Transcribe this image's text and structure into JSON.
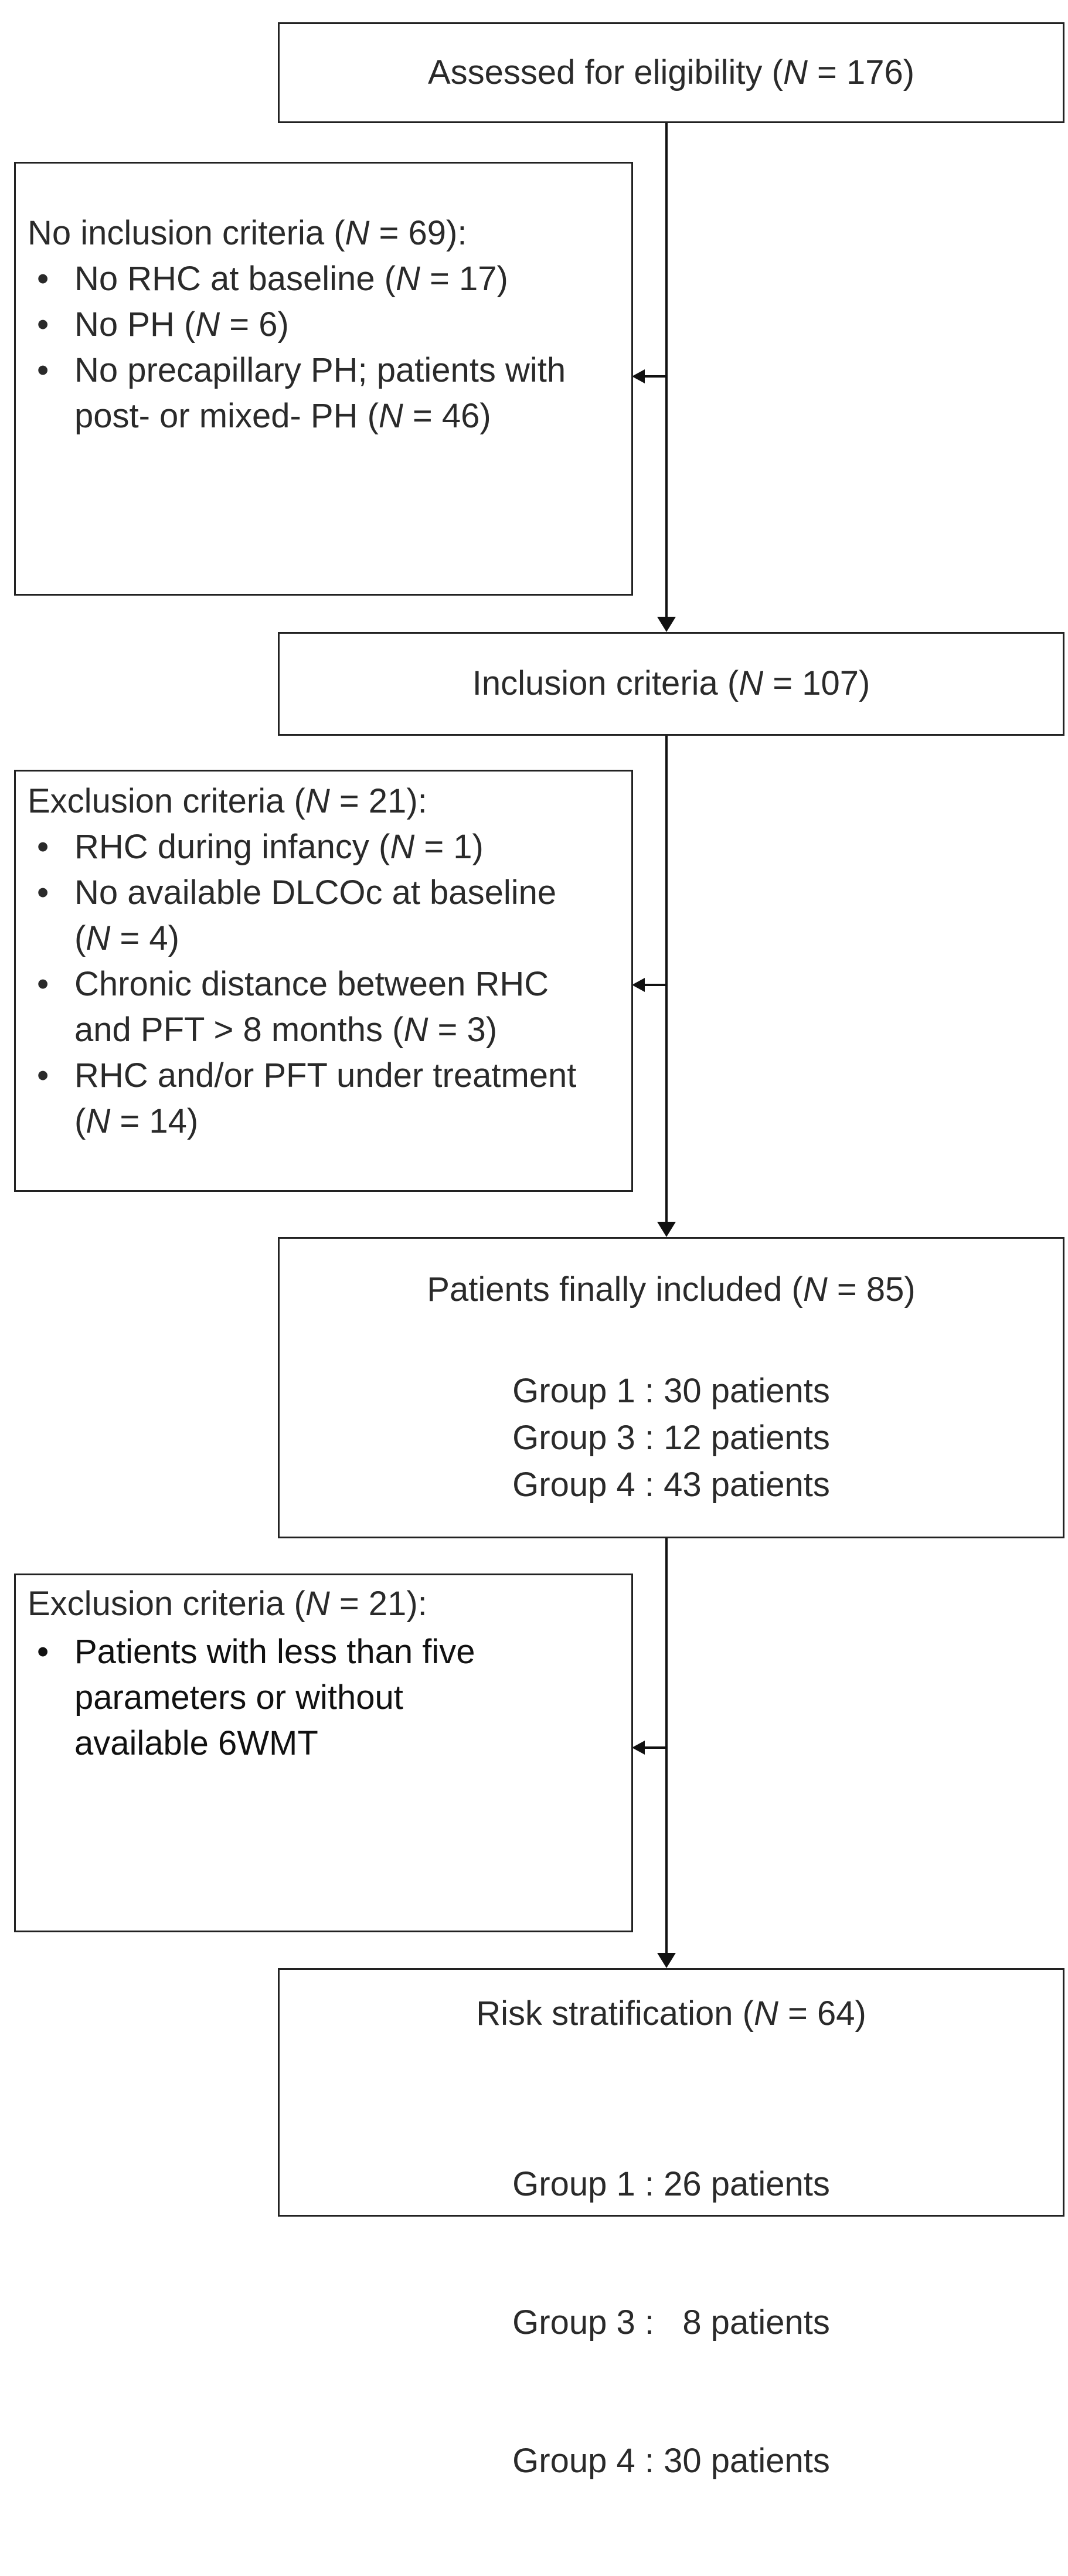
{
  "boxes": {
    "assessed": {
      "text": "Assessed for eligibility (N = 176)",
      "pre": "Assessed for eligibility (",
      "n": "N",
      "post": " = 176)"
    },
    "no_inclusion": {
      "header_pre": "No inclusion criteria (",
      "header_n": "N",
      "header_post": " = 69):",
      "items": [
        {
          "lines": [
            [
              "No RHC at baseline (",
              "N",
              " = 17)"
            ]
          ]
        },
        {
          "lines": [
            [
              "No PH (",
              "N",
              " = 6)"
            ]
          ]
        },
        {
          "lines": [
            [
              "No precapillary PH; patients with",
              "",
              ""
            ],
            [
              "post- or mixed- PH (",
              "N",
              " = 46)"
            ]
          ]
        }
      ]
    },
    "inclusion": {
      "pre": "Inclusion criteria (",
      "n": "N",
      "post": " = 107)"
    },
    "exclusion1": {
      "header_pre": "Exclusion criteria (",
      "header_n": "N",
      "header_post": " = 21):",
      "items": [
        {
          "lines": [
            [
              "RHC during infancy (",
              "N",
              " = 1)"
            ]
          ]
        },
        {
          "lines": [
            [
              "No available DLCOc at baseline",
              "",
              ""
            ],
            [
              "(",
              "N",
              " = 4)"
            ]
          ]
        },
        {
          "lines": [
            [
              "Chronic distance between RHC",
              "",
              ""
            ],
            [
              "and PFT > 8 months (",
              "N",
              " = 3)"
            ]
          ]
        },
        {
          "lines": [
            [
              "RHC and/or PFT under treatment",
              "",
              ""
            ],
            [
              "(",
              "N",
              " = 14)"
            ]
          ]
        }
      ]
    },
    "final": {
      "pre": "Patients finally included  (",
      "n": "N",
      "post": " = 85)",
      "groups": [
        "Group 1 : 30 patients",
        "Group 3 : 12 patients",
        "Group 4 : 43 patients"
      ]
    },
    "exclusion2": {
      "header_pre": "Exclusion criteria (",
      "header_n": "N",
      "header_post": " = 21):",
      "items": [
        {
          "lines": [
            [
              "Patients with less than five",
              "",
              ""
            ],
            [
              "parameters or without",
              "",
              ""
            ],
            [
              "available 6WMT",
              "",
              ""
            ]
          ]
        }
      ]
    },
    "risk": {
      "pre": "Risk stratification (",
      "n": "N",
      "post": " = 64)",
      "groups": [
        "Group 1 : 26 patients",
        "Group 3 :   8 patients",
        "Group 4 : 30 patients"
      ]
    }
  },
  "bullet": "•"
}
